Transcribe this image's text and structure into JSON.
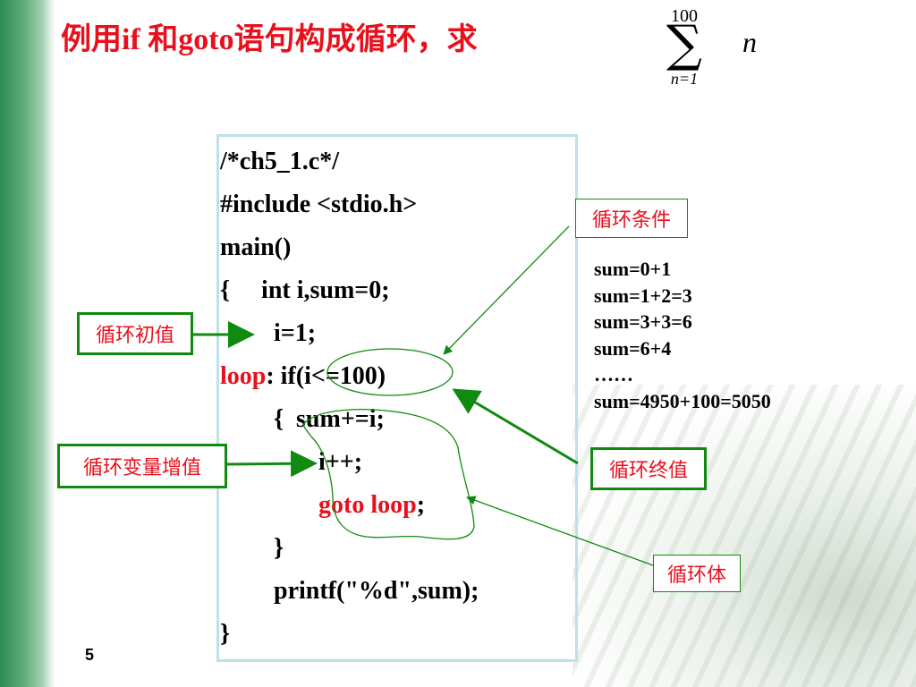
{
  "slide": {
    "title_parts": [
      "例用",
      "if",
      " 和",
      "goto",
      "语句构成循环，求"
    ],
    "formula": {
      "upper": "100",
      "lower": "n=1",
      "term": "n"
    },
    "code_lines": [
      "/*ch5_1.c*/",
      "#include <stdio.h>",
      "main()",
      "{     int i,sum=0;",
      "i=1;",
      ": if(i<=100)",
      "{  sum+=i;",
      "i++;",
      ";",
      "}",
      "printf(\"%d\",sum);",
      "}"
    ],
    "code_highlights": {
      "loop_label": "loop",
      "goto_stmt": "goto loop"
    },
    "labels": {
      "init": "循环初值",
      "condition": "循环条件",
      "increment": "循环变量增值",
      "end_value": "循环终值",
      "body": "循环体"
    },
    "trace": [
      "sum=0+1",
      "sum=1+2=3",
      "sum=3+3=6",
      "sum=6+4",
      "……",
      "sum=4950+100=5050"
    ],
    "page_number": "5"
  },
  "colors": {
    "accent_red": "#e8101c",
    "green": "#118a11",
    "box_border": "#bfe0e8"
  }
}
